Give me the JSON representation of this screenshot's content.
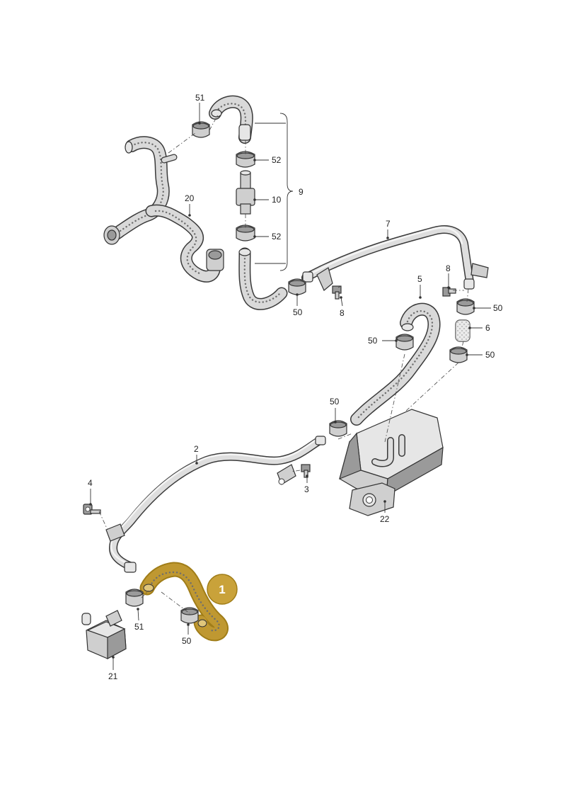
{
  "labels": {
    "p1": "1",
    "p2": "2",
    "p3": "3",
    "p4": "4",
    "p5": "5",
    "p6": "6",
    "p7": "7",
    "p8a": "8",
    "p8b": "8",
    "p9": "9",
    "p10": "10",
    "p20": "20",
    "p21": "21",
    "p22": "22",
    "p50a": "50",
    "p50b": "50",
    "p50c": "50",
    "p50d": "50",
    "p50e": "50",
    "p50f": "50",
    "p51a": "51",
    "p51b": "51",
    "p52a": "52",
    "p52b": "52"
  },
  "colors": {
    "highlight_fill": "#c9a23a",
    "highlight_stroke": "#a07d18",
    "badge_text": "#ffffff",
    "part_grey": "#cfcfcf",
    "outline": "#333333"
  }
}
